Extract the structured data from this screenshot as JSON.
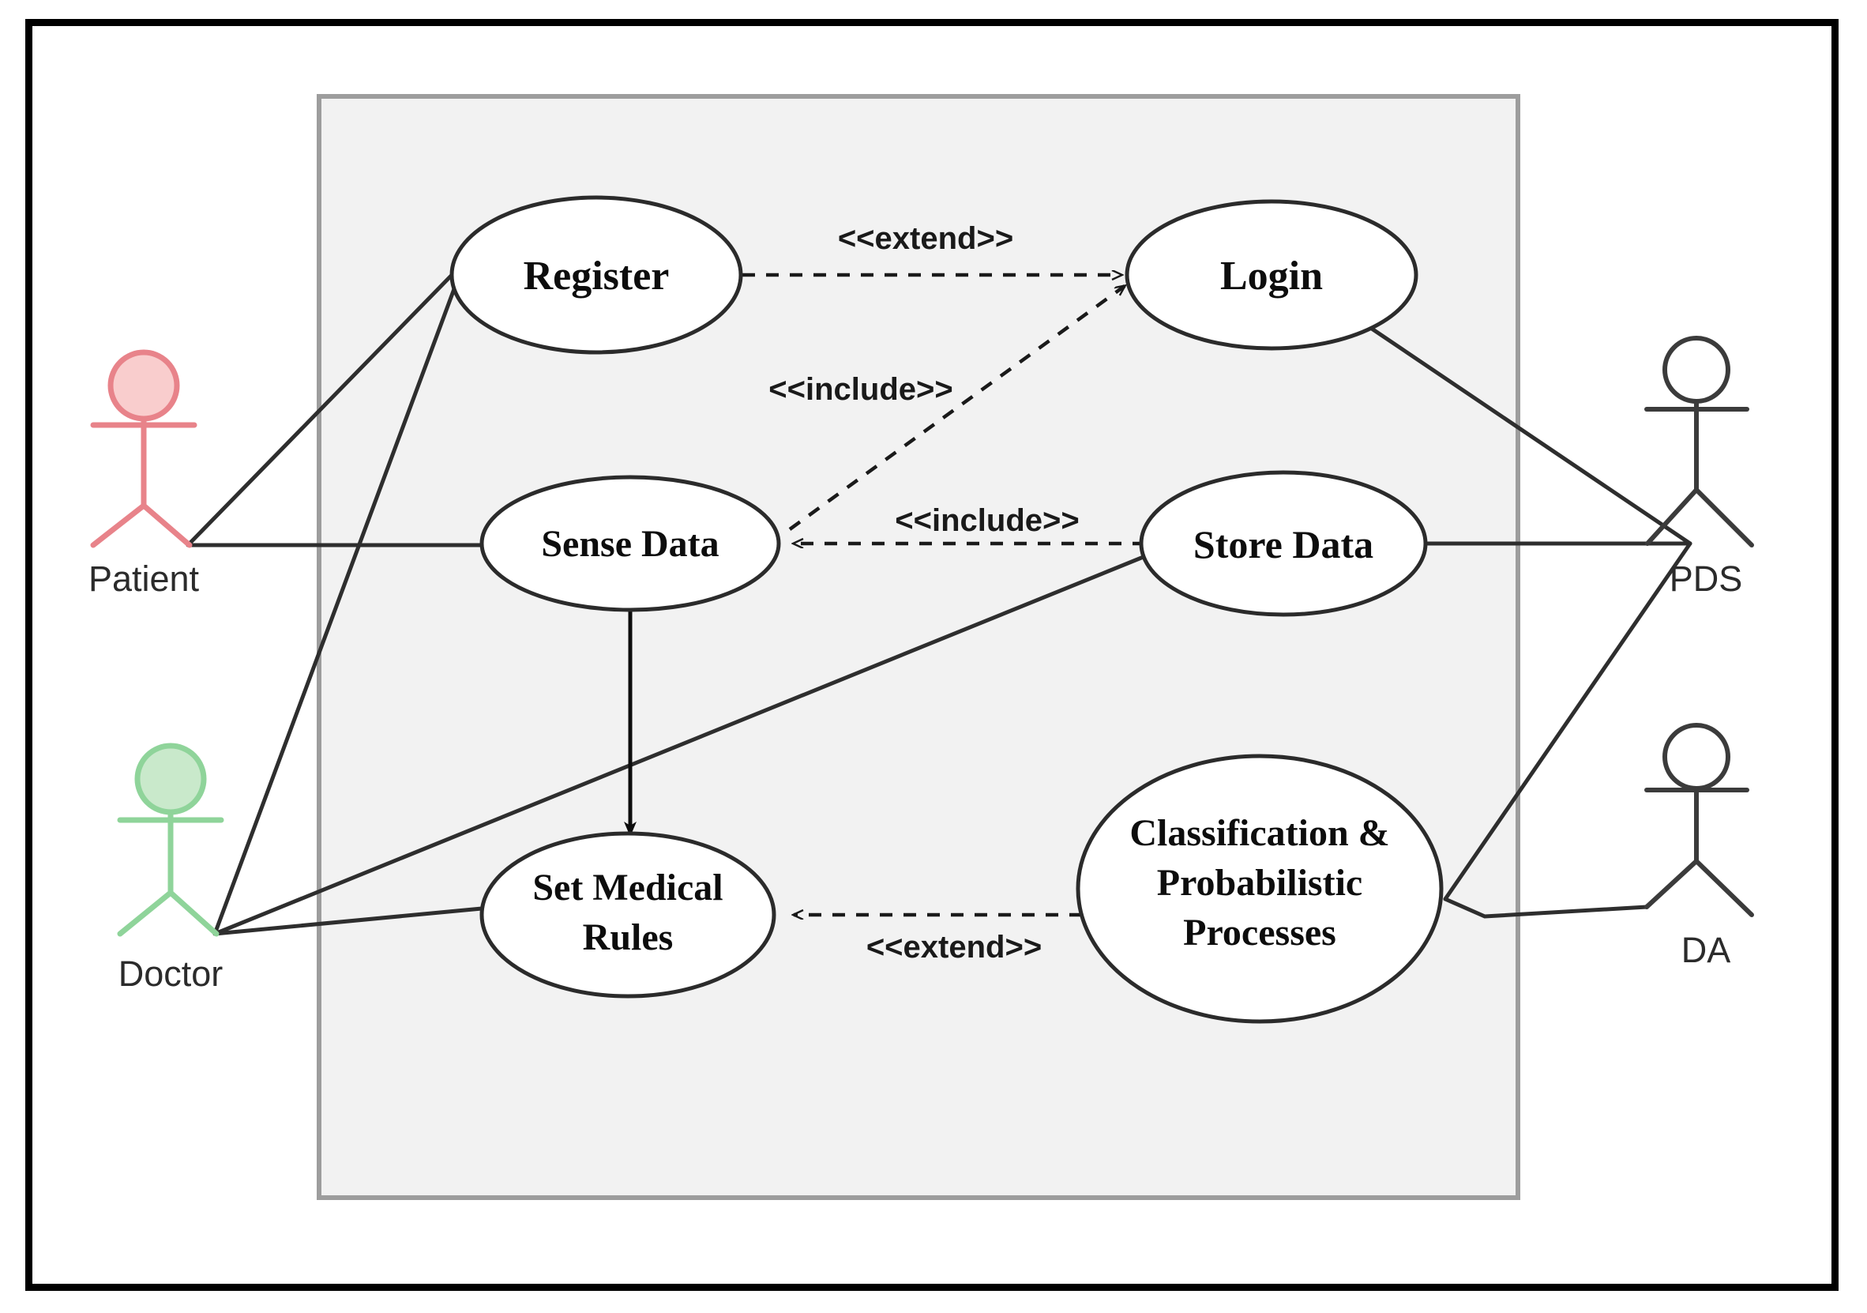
{
  "diagram": {
    "kind": "uml-use-case-diagram",
    "system_boundary": {
      "fill": "#f2f2f2",
      "stroke": "#9d9d9d"
    },
    "outer_frame_color": "#000000",
    "canvas_background": "#ffffff"
  },
  "actors": [
    {
      "id": "patient",
      "label": "Patient",
      "color": "#e8838a",
      "head_fill": "#f9cdcd",
      "head_filled": true
    },
    {
      "id": "doctor",
      "label": "Doctor",
      "color": "#8fd49a",
      "head_fill": "#c9e9cb",
      "head_filled": true
    },
    {
      "id": "pds",
      "label": "PDS",
      "color": "#3b3b3b",
      "head_fill": "#ffffff",
      "head_filled": false
    },
    {
      "id": "da",
      "label": "DA",
      "color": "#3b3b3b",
      "head_fill": "#ffffff",
      "head_filled": false
    }
  ],
  "use_cases": [
    {
      "id": "register",
      "lines": [
        "Register"
      ],
      "font_size": 52
    },
    {
      "id": "login",
      "lines": [
        "Login"
      ],
      "font_size": 52
    },
    {
      "id": "sense-data",
      "lines": [
        "Sense Data"
      ],
      "font_size": 46
    },
    {
      "id": "store-data",
      "lines": [
        "Store Data"
      ],
      "font_size": 50
    },
    {
      "id": "set-medical-rules",
      "lines": [
        "Set Medical",
        "Rules"
      ],
      "font_size": 48
    },
    {
      "id": "classification",
      "lines": [
        "Classification &",
        "Probabilistic",
        "Processes"
      ],
      "font_size": 48
    }
  ],
  "relationships": [
    {
      "id": "register-extend-login",
      "label": "<<extend>>",
      "style": "dashed",
      "from": "register",
      "to": "login"
    },
    {
      "id": "sense-include-login",
      "label": "<<include>>",
      "style": "dashed",
      "from": "sense-data",
      "to": "login"
    },
    {
      "id": "store-include-sense",
      "label": "<<include>>",
      "style": "dashed",
      "from": "store-data",
      "to": "sense-data"
    },
    {
      "id": "classification-extend-rules",
      "label": "<<extend>>",
      "style": "dashed",
      "from": "classification",
      "to": "set-medical-rules"
    },
    {
      "id": "sense-to-rules",
      "label": "",
      "style": "solid-arrow",
      "from": "sense-data",
      "to": "set-medical-rules"
    }
  ],
  "associations": [
    {
      "id": "patient-register",
      "from": "patient",
      "to": "register"
    },
    {
      "id": "patient-sense-data",
      "from": "patient",
      "to": "sense-data"
    },
    {
      "id": "doctor-register",
      "from": "doctor",
      "to": "register"
    },
    {
      "id": "doctor-store-data",
      "from": "doctor",
      "to": "store-data"
    },
    {
      "id": "doctor-set-rules",
      "from": "doctor",
      "to": "set-medical-rules"
    },
    {
      "id": "pds-login",
      "from": "pds",
      "to": "login"
    },
    {
      "id": "pds-store-data",
      "from": "pds",
      "to": "store-data"
    },
    {
      "id": "pds-classification",
      "from": "pds",
      "to": "classification"
    },
    {
      "id": "da-classification",
      "from": "da",
      "to": "classification"
    }
  ],
  "labels": {
    "register": "Register",
    "login": "Login",
    "sense_data": "Sense Data",
    "store_data": "Store Data",
    "set_medical_rules_1": "Set Medical",
    "set_medical_rules_2": "Rules",
    "classification_1": "Classification &",
    "classification_2": "Probabilistic",
    "classification_3": "Processes",
    "extend_top": "<<extend>>",
    "include_diag": "<<include>>",
    "include_mid": "<<include>>",
    "extend_bottom": "<<extend>>",
    "patient": "Patient",
    "doctor": "Doctor",
    "pds": "PDS",
    "da": "DA"
  }
}
